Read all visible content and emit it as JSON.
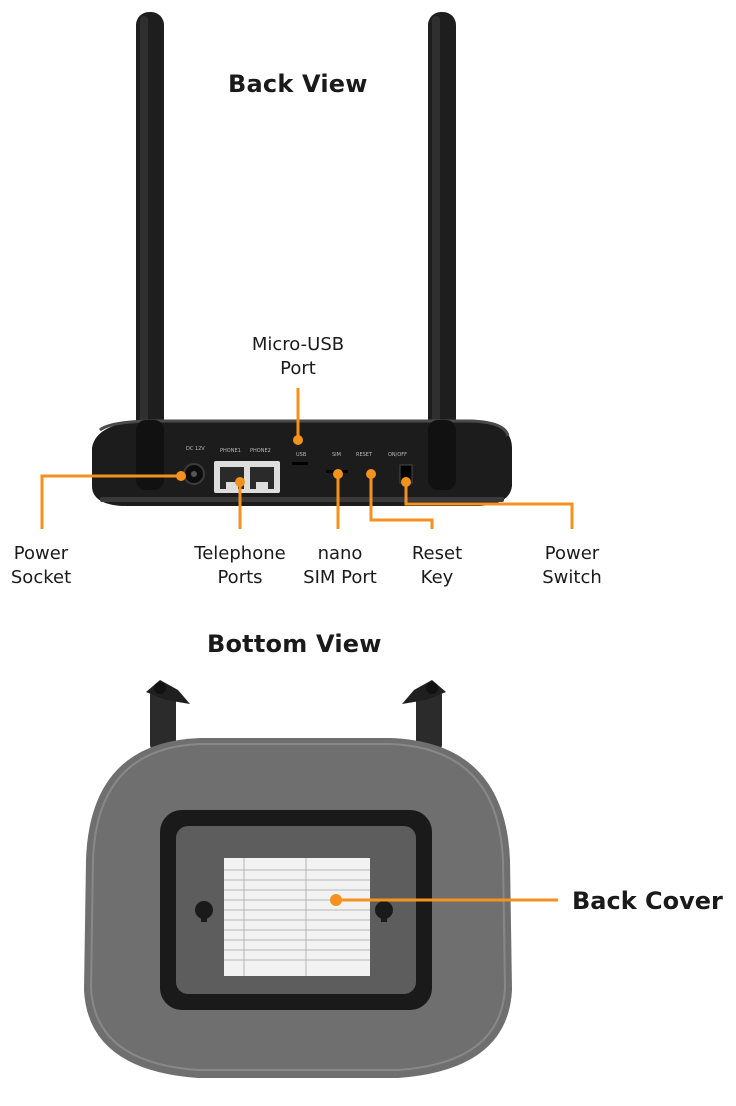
{
  "titles": {
    "back_view": "Back View",
    "bottom_view": "Bottom View"
  },
  "labels": {
    "micro_usb": [
      "Micro-USB",
      "Port"
    ],
    "power_socket": [
      "Power",
      "Socket"
    ],
    "telephone_ports": [
      "Telephone",
      "Ports"
    ],
    "nano_sim": [
      "nano",
      "SIM Port"
    ],
    "reset_key": [
      "Reset",
      "Key"
    ],
    "power_switch": [
      "Power",
      "Switch"
    ],
    "back_cover": "Back Cover"
  },
  "device_port_markings": {
    "power": "DC 12V",
    "phone_1": "PHONE1",
    "phone_2": "PHONE2",
    "usb": "USB",
    "sim": "SIM",
    "reset": "RESET",
    "switch": "ON/OFF"
  },
  "colors": {
    "accent": "#f5921e",
    "text": "#1a1a1a",
    "device_dark": "#1c1c1c",
    "device_gray": "#6e6e6e"
  }
}
